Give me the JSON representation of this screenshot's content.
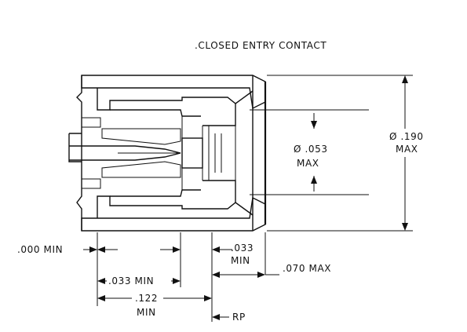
{
  "title": ".CLOSED ENTRY CONTACT",
  "labels": {
    "dia_190": "Ø .190",
    "max_190": "MAX",
    "dia_053": "Ø .053",
    "max_053": "MAX",
    "min_000": ".000 MIN",
    "val_033_right": ".033",
    "min_033_right": "MIN",
    "max_070": ".070 MAX",
    "min_033_left": ".033 MIN",
    "val_122": ".122",
    "min_122": "MIN",
    "rp": "RP"
  },
  "colors": {
    "ink": "#111111",
    "paper": "#ffffff",
    "hatch": "#111111"
  }
}
